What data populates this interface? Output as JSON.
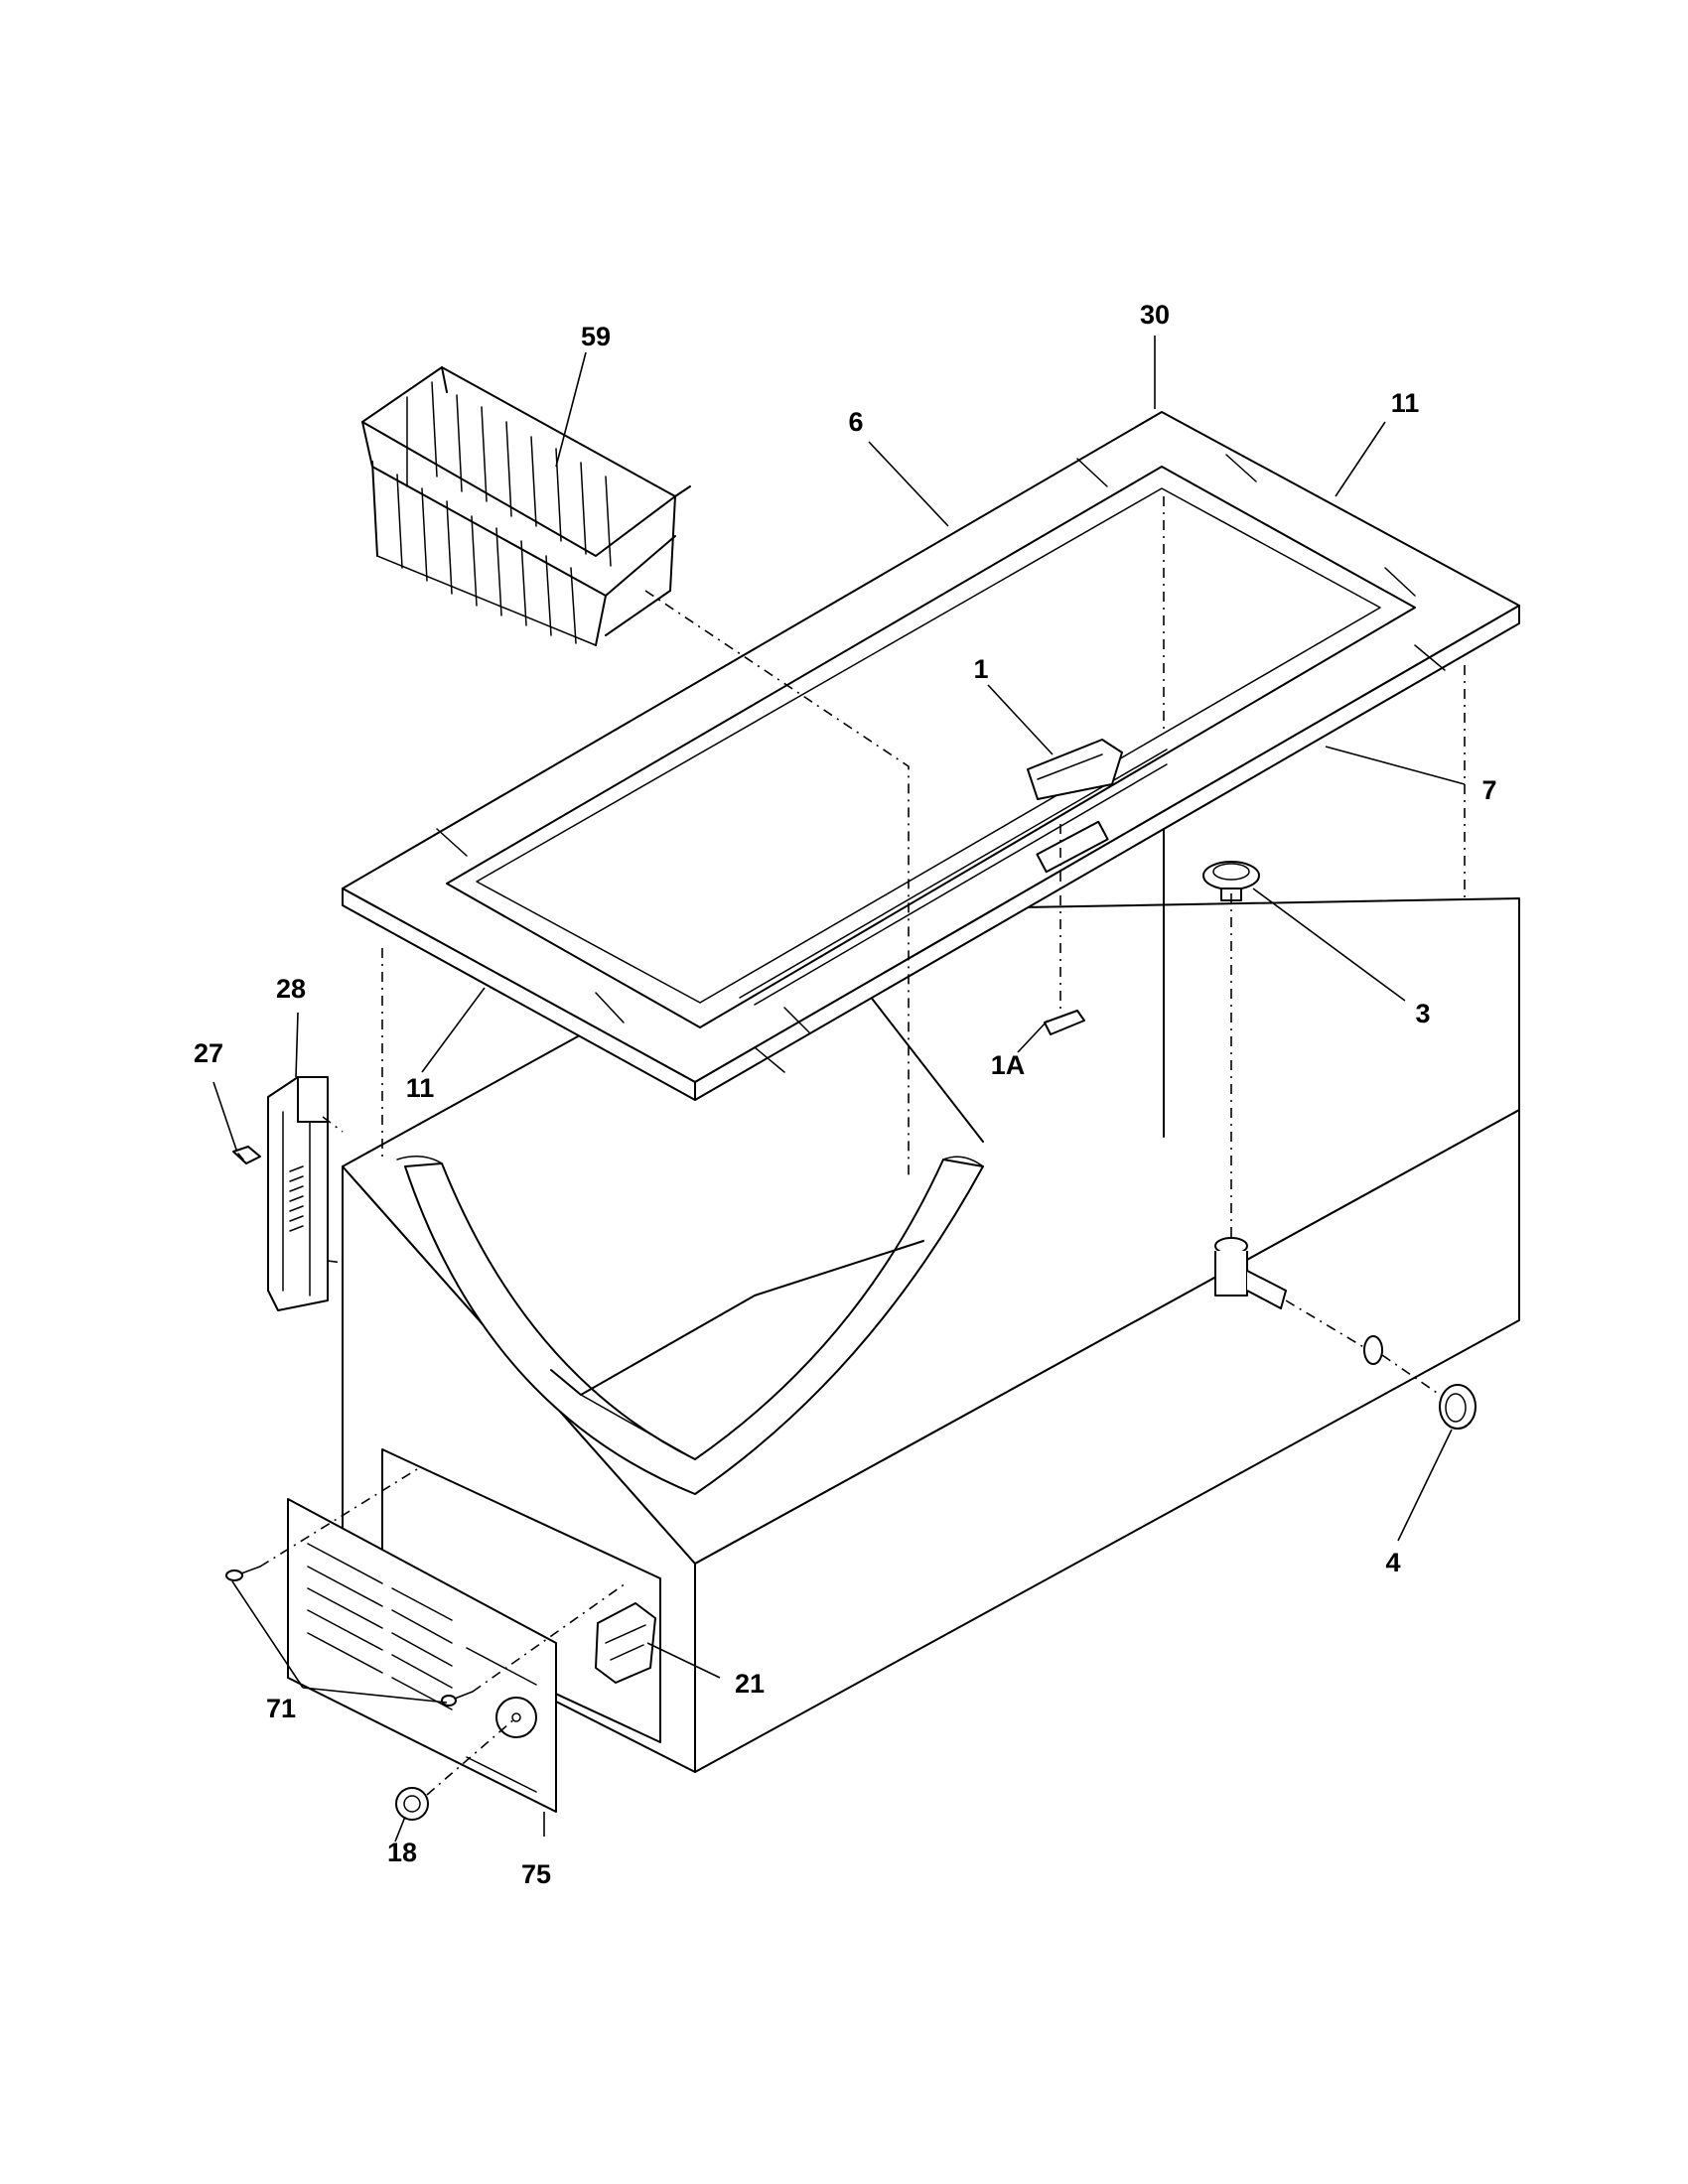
{
  "callouts": [
    {
      "id": "59",
      "label": "59"
    },
    {
      "id": "6",
      "label": "6"
    },
    {
      "id": "30",
      "label": "30"
    },
    {
      "id": "11-top",
      "label": "11"
    },
    {
      "id": "1",
      "label": "1"
    },
    {
      "id": "7",
      "label": "7"
    },
    {
      "id": "3",
      "label": "3"
    },
    {
      "id": "28",
      "label": "28"
    },
    {
      "id": "27",
      "label": "27"
    },
    {
      "id": "11-left",
      "label": "11"
    },
    {
      "id": "1A",
      "label": "1A"
    },
    {
      "id": "4",
      "label": "4"
    },
    {
      "id": "21",
      "label": "21"
    },
    {
      "id": "71",
      "label": "71"
    },
    {
      "id": "18",
      "label": "18"
    },
    {
      "id": "75",
      "label": "75"
    }
  ]
}
